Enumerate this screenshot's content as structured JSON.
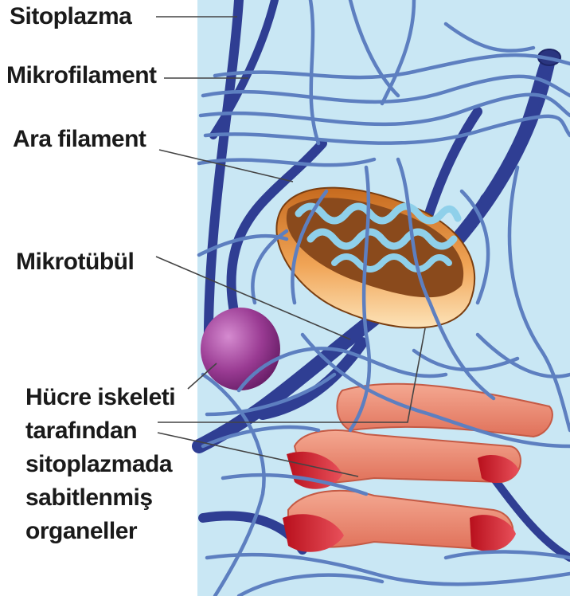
{
  "labels": {
    "cytoplasm": "Sitoplazma",
    "microfilament": "Mikrofilament",
    "intermediate_filament": "Ara filament",
    "microtubule": "Mikrotübül",
    "organelles": [
      "Hücre iskeleti",
      "tarafından",
      "sitoplazmada",
      "sabitlenmiş",
      "organeller"
    ]
  },
  "colors": {
    "cytoplasm_bg": "#c9e7f4",
    "microtubule": "#2f3e93",
    "filament": "#5d7fc0",
    "mitochondrion": "#e8963e",
    "vesicle": "#9a3b93",
    "golgi": "#e8856f",
    "leader_line": "#444444"
  }
}
